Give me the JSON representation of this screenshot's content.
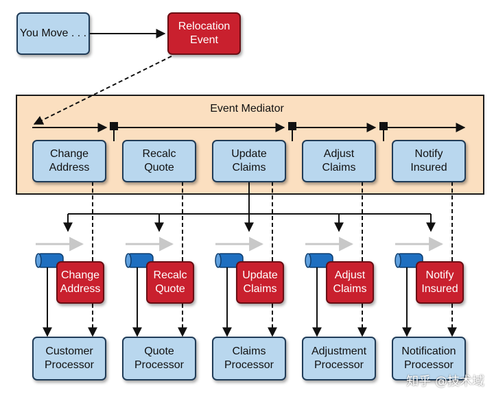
{
  "source": {
    "you_move": "You Move . . .",
    "relocation_event": "Relocation Event"
  },
  "mediator": {
    "title": "Event Mediator"
  },
  "steps": [
    {
      "label": "Change Address"
    },
    {
      "label": "Recalc Quote"
    },
    {
      "label": "Update Claims"
    },
    {
      "label": "Adjust Claims"
    },
    {
      "label": "Notify Insured"
    }
  ],
  "events": [
    {
      "label": "Change Address"
    },
    {
      "label": "Recalc Quote"
    },
    {
      "label": "Update Claims"
    },
    {
      "label": "Adjust Claims"
    },
    {
      "label": "Notify Insured"
    }
  ],
  "processors": [
    {
      "label": "Customer Processor"
    },
    {
      "label": "Quote Processor"
    },
    {
      "label": "Claims Processor"
    },
    {
      "label": "Adjustment Processor"
    },
    {
      "label": "Notification Processor"
    }
  ],
  "watermark": "知乎 @技术域",
  "colors": {
    "box_fill": "#b9d7ee",
    "event_fill": "#c9202e",
    "mediator_fill": "#fbdfc0",
    "queue_fill": "#1f6fc0"
  }
}
